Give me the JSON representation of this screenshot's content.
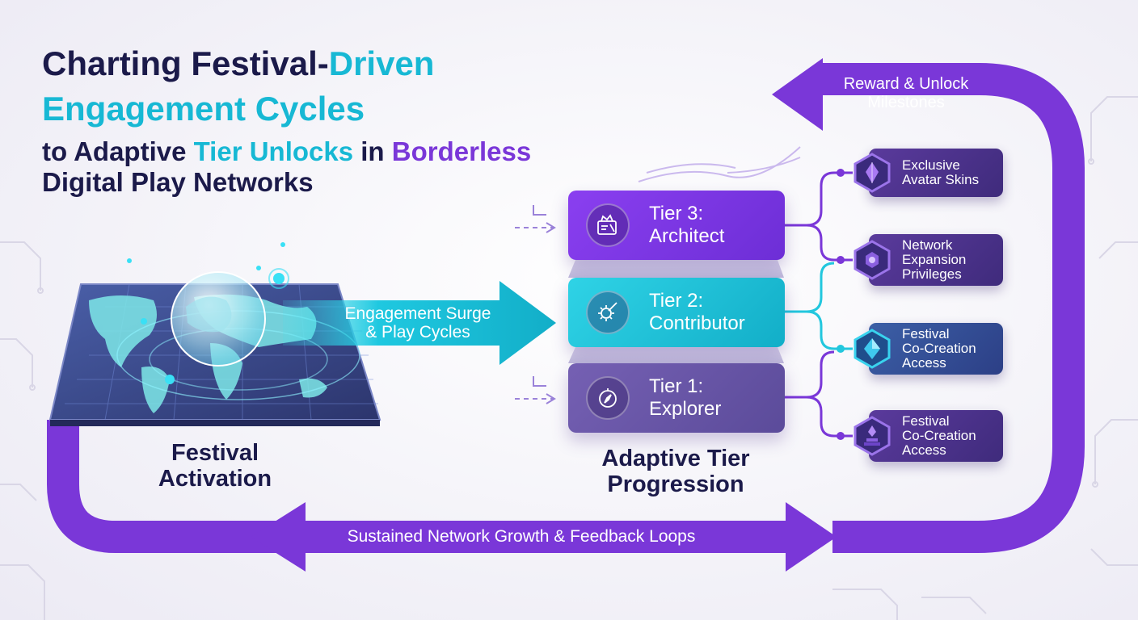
{
  "title": {
    "line1": "Charting Festival-",
    "line1_accent": "Driven",
    "line2": "Engagement Cycles",
    "line3_a": "to Adaptive ",
    "line3_b": "Tier Unlocks",
    "line3_c": " in ",
    "line3_d": "Borderless",
    "line4": "Digital Play Networks"
  },
  "festival": {
    "line1": "Festival",
    "line2": "Activation"
  },
  "engagement_arrow": {
    "line1": "Engagement Surge",
    "line2": "& Play Cycles"
  },
  "tiers": [
    {
      "line1": "Tier 3:",
      "line2": "Architect",
      "icon": "blueprint-crown-icon",
      "color": "#7b36e6"
    },
    {
      "line1": "Tier 2:",
      "line2": "Contributor",
      "icon": "gear-pencil-icon",
      "color": "#1fc2da"
    },
    {
      "line1": "Tier 1:",
      "line2": "Explorer",
      "icon": "compass-icon",
      "color": "#6a57a8"
    }
  ],
  "progression": {
    "line1": "Adaptive Tier",
    "line2": "Progression"
  },
  "rewards": [
    {
      "lines": [
        "Exclusive",
        "Avatar Skins"
      ],
      "icon": "crystal-icon"
    },
    {
      "lines": [
        "Network",
        "Expansion",
        "Privileges"
      ],
      "icon": "orb-icon"
    },
    {
      "lines": [
        "Festival",
        "Co-Creation",
        "Access"
      ],
      "icon": "diamond-icon"
    },
    {
      "lines": [
        "Festival",
        "Co-Creation",
        "Access"
      ],
      "icon": "pedestal-icon"
    }
  ],
  "reward_arrow": {
    "line1": "Reward & Unlock",
    "line2": "Milestones"
  },
  "feedback_arrow": {
    "label": "Sustained Network Growth & Feedback Loops"
  },
  "colors": {
    "purple": "#7a37d8",
    "cyan": "#17b8d4",
    "navy": "#1b1a4a"
  }
}
